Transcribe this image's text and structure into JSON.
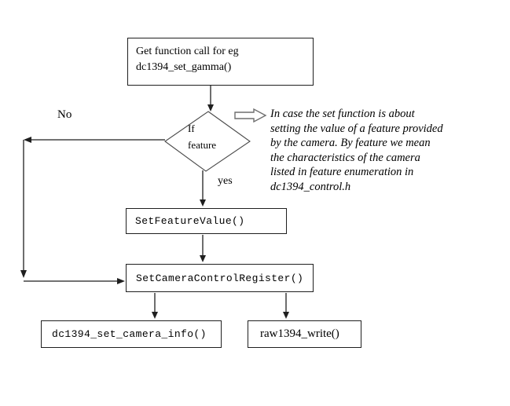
{
  "diagram": {
    "nodes": {
      "start": {
        "label": "Get function call for eg\ndc1394_set_gamma()"
      },
      "decision": {
        "label": "If\nfeature"
      },
      "set_feature_value": {
        "label": "SetFeatureValue()"
      },
      "set_camera_control_register": {
        "label": "SetCameraControlRegister()"
      },
      "dc1394_set_camera_info": {
        "label": "dc1394_set_camera_info()"
      },
      "raw1394_write": {
        "label": "raw1394_write()"
      }
    },
    "edge_labels": {
      "no": "No",
      "yes": "yes"
    },
    "annotation": "In case the set function is about\nsetting the value of a feature provided\nby the camera. By feature we mean\nthe characteristics of the camera\nlisted in feature enumeration in\ndc1394_control.h",
    "colors": {
      "background": "#ffffff",
      "line": "#1f1f1f",
      "box_border": "#1f1f1f",
      "text": "#000000",
      "block_arrow_outline": "#6e6e6e"
    }
  }
}
